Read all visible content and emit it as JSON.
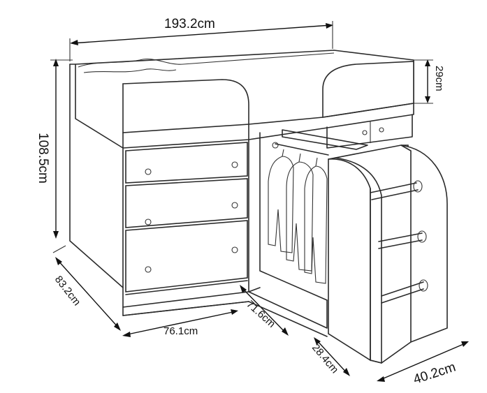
{
  "dimensions": {
    "total_width": "193.2cm",
    "rail_height": "29cm",
    "total_height": "108.5cm",
    "depth": "83.2cm",
    "chest_width": "76.1cm",
    "wardrobe_depth": "71.6cm",
    "wardrobe_width": "28.4cm",
    "ladder_width": "40.2cm"
  }
}
